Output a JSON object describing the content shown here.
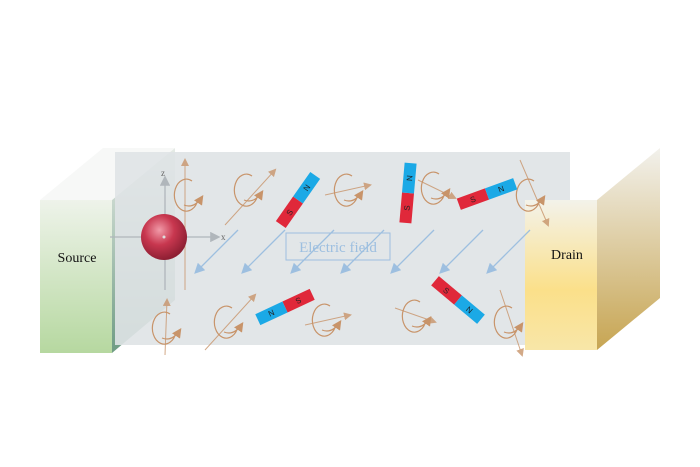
{
  "labels": {
    "source": "Source",
    "drain": "Drain",
    "electric_field": "Electric field",
    "axis_z": "z",
    "axis_x": "x"
  },
  "magnet_poles": {
    "north": "N",
    "south": "S"
  },
  "colors": {
    "channel": "#dfe3e6",
    "source": "#b9d9a3",
    "drain": "#f6dc8a",
    "field_arrow": "#9dbfe0",
    "spin_arrow": "#c8946a",
    "magnet_north": "#1ba9e6",
    "magnet_south": "#e0283a",
    "particle": "#c8374f"
  }
}
